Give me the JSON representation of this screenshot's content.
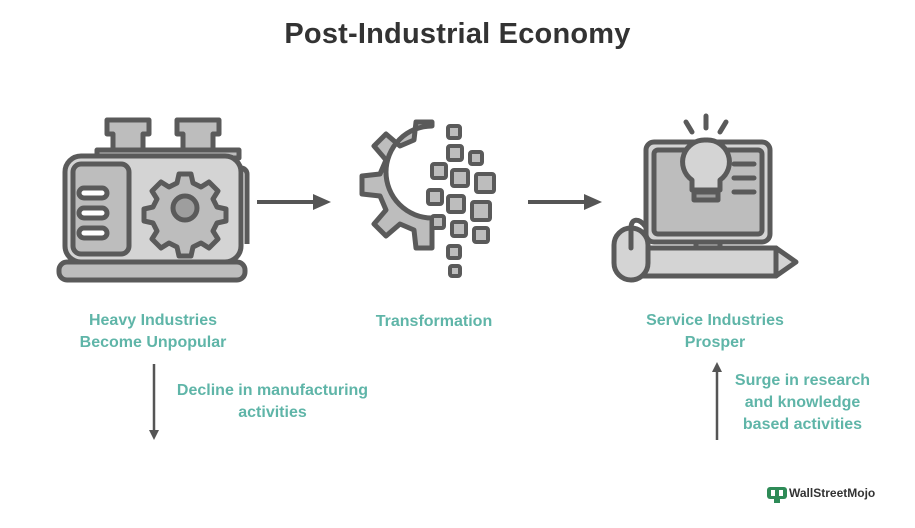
{
  "title": "Post-Industrial Economy",
  "stages": [
    {
      "lines": [
        "Heavy Industries",
        "Become Unpopular"
      ],
      "icon": "factory-machine-icon"
    },
    {
      "lines": [
        "Transformation"
      ],
      "icon": "gear-digital-icon"
    },
    {
      "lines": [
        "Service Industries",
        "Prosper"
      ],
      "icon": "computer-idea-icon"
    }
  ],
  "notes": {
    "decline": [
      "Decline in manufacturing",
      "activities"
    ],
    "surge": [
      "Surge in research",
      "and knowledge",
      "based activities"
    ]
  },
  "brand": {
    "name": "WallStreetMojo"
  },
  "colors": {
    "accent": "#5fb5a8",
    "icon_fill": "#bdbdbd",
    "icon_stroke": "#5a5a5a",
    "arrow": "#555555"
  }
}
